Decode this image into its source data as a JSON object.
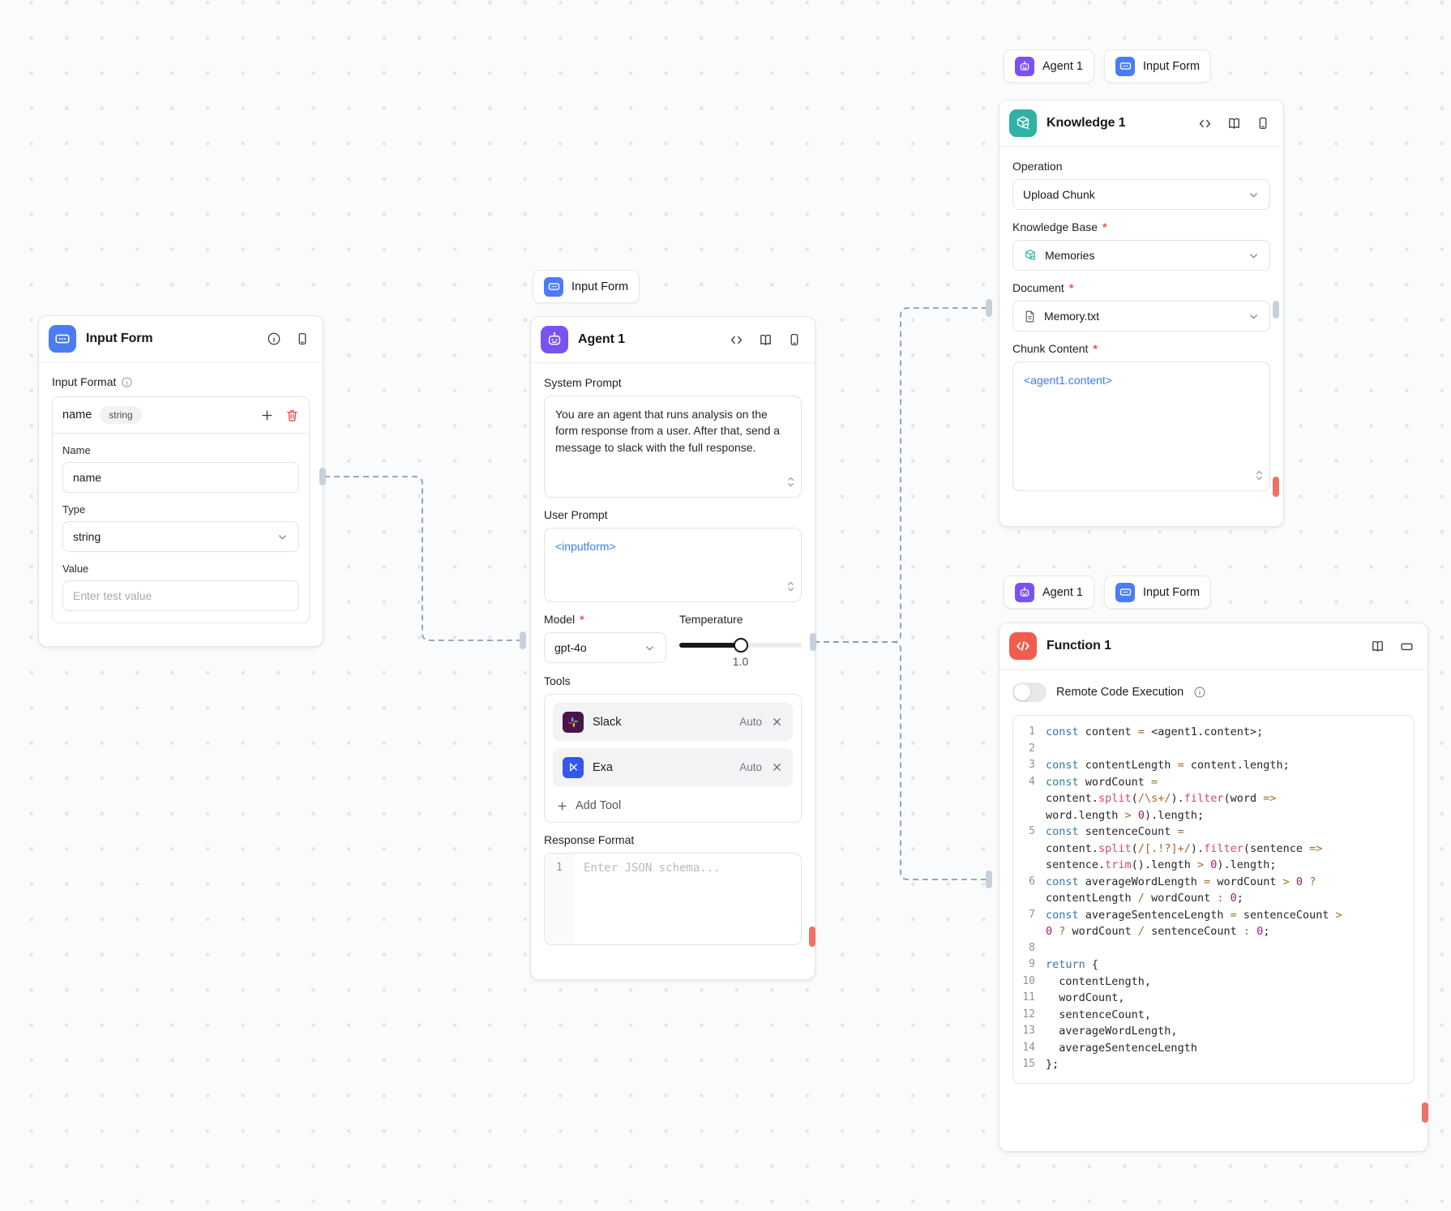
{
  "ui": {
    "required_marker": "*"
  },
  "chips": {
    "above_agent": [
      {
        "icon": "input-form",
        "label": "Input Form"
      }
    ],
    "above_knowledge": [
      {
        "icon": "agent",
        "label": "Agent 1"
      },
      {
        "icon": "input-form",
        "label": "Input Form"
      }
    ],
    "above_function": [
      {
        "icon": "agent",
        "label": "Agent 1"
      },
      {
        "icon": "input-form",
        "label": "Input Form"
      }
    ]
  },
  "input_form_node": {
    "title": "Input Form",
    "section_label": "Input Format",
    "format_row": {
      "name": "name",
      "type_pill": "string"
    },
    "name_label": "Name",
    "name_value": "name",
    "type_label": "Type",
    "type_value": "string",
    "value_label": "Value",
    "value_placeholder": "Enter test value"
  },
  "agent_node": {
    "title": "Agent 1",
    "system_prompt_label": "System Prompt",
    "system_prompt": "You are an agent that runs analysis on the form response from a user. After that, send a message to slack with the full response.",
    "user_prompt_label": "User Prompt",
    "user_prompt": "<inputform>",
    "model_label": "Model",
    "model_value": "gpt-4o",
    "temperature_label": "Temperature",
    "temperature_value": "1.0",
    "tools_label": "Tools",
    "tools": [
      {
        "icon": "slack",
        "name": "Slack",
        "mode": "Auto"
      },
      {
        "icon": "exa",
        "name": "Exa",
        "mode": "Auto"
      }
    ],
    "add_tool_label": "Add Tool",
    "response_format_label": "Response Format",
    "response_gutter": "1",
    "response_placeholder": "Enter JSON schema..."
  },
  "knowledge_node": {
    "title": "Knowledge 1",
    "operation_label": "Operation",
    "operation_value": "Upload Chunk",
    "kb_label": "Knowledge Base",
    "kb_value": "Memories",
    "document_label": "Document",
    "document_value": "Memory.txt",
    "chunk_label": "Chunk Content",
    "chunk_value": "<agent1.content>"
  },
  "function_node": {
    "title": "Function 1",
    "toggle_label": "Remote Code Execution",
    "code_lines": [
      {
        "n": "1",
        "seg": [
          [
            "kw",
            "const"
          ],
          [
            "pl",
            " content "
          ],
          [
            "op",
            "="
          ],
          [
            "pl",
            " <agent1.content>;"
          ]
        ]
      },
      {
        "n": "2",
        "seg": []
      },
      {
        "n": "3",
        "seg": [
          [
            "kw",
            "const"
          ],
          [
            "pl",
            " contentLength "
          ],
          [
            "op",
            "="
          ],
          [
            "pl",
            " content.length;"
          ]
        ]
      },
      {
        "n": "4",
        "seg": [
          [
            "kw",
            "const"
          ],
          [
            "pl",
            " wordCount "
          ],
          [
            "op",
            "="
          ],
          [
            "pl",
            "\ncontent."
          ],
          [
            "fn",
            "split"
          ],
          [
            "pl",
            "("
          ],
          [
            "re",
            "/\\s+/"
          ],
          [
            "pl",
            ")."
          ],
          [
            "fn",
            "filter"
          ],
          [
            "pl",
            "(word "
          ],
          [
            "op",
            "=>"
          ],
          [
            "pl",
            "\nword.length "
          ],
          [
            "op",
            ">"
          ],
          [
            "pl",
            " "
          ],
          [
            "num",
            "0"
          ],
          [
            "pl",
            ").length;"
          ]
        ]
      },
      {
        "n": "5",
        "seg": [
          [
            "kw",
            "const"
          ],
          [
            "pl",
            " sentenceCount "
          ],
          [
            "op",
            "="
          ],
          [
            "pl",
            "\ncontent."
          ],
          [
            "fn",
            "split"
          ],
          [
            "pl",
            "("
          ],
          [
            "re",
            "/[.!?]+/"
          ],
          [
            "pl",
            ")."
          ],
          [
            "fn",
            "filter"
          ],
          [
            "pl",
            "(sentence "
          ],
          [
            "op",
            "=>"
          ],
          [
            "pl",
            "\nsentence."
          ],
          [
            "fn",
            "trim"
          ],
          [
            "pl",
            "().length "
          ],
          [
            "op",
            ">"
          ],
          [
            "pl",
            " "
          ],
          [
            "num",
            "0"
          ],
          [
            "pl",
            ").length;"
          ]
        ]
      },
      {
        "n": "6",
        "seg": [
          [
            "kw",
            "const"
          ],
          [
            "pl",
            " averageWordLength "
          ],
          [
            "op",
            "="
          ],
          [
            "pl",
            " wordCount "
          ],
          [
            "op",
            ">"
          ],
          [
            "pl",
            " "
          ],
          [
            "num",
            "0"
          ],
          [
            "pl",
            " "
          ],
          [
            "op",
            "?"
          ],
          [
            "pl",
            "\ncontentLength "
          ],
          [
            "op",
            "/"
          ],
          [
            "pl",
            " wordCount "
          ],
          [
            "op",
            ":"
          ],
          [
            "pl",
            " "
          ],
          [
            "num",
            "0"
          ],
          [
            "pl",
            ";"
          ]
        ]
      },
      {
        "n": "7",
        "seg": [
          [
            "kw",
            "const"
          ],
          [
            "pl",
            " averageSentenceLength "
          ],
          [
            "op",
            "="
          ],
          [
            "pl",
            " sentenceCount "
          ],
          [
            "op",
            ">"
          ],
          [
            "pl",
            "\n"
          ],
          [
            "num",
            "0"
          ],
          [
            "pl",
            " "
          ],
          [
            "op",
            "?"
          ],
          [
            "pl",
            " wordCount "
          ],
          [
            "op",
            "/"
          ],
          [
            "pl",
            " sentenceCount "
          ],
          [
            "op",
            ":"
          ],
          [
            "pl",
            " "
          ],
          [
            "num",
            "0"
          ],
          [
            "pl",
            ";"
          ]
        ]
      },
      {
        "n": "8",
        "seg": []
      },
      {
        "n": "9",
        "seg": [
          [
            "kw",
            "return"
          ],
          [
            "pl",
            " {"
          ]
        ]
      },
      {
        "n": "10",
        "seg": [
          [
            "pl",
            "  contentLength,"
          ]
        ]
      },
      {
        "n": "11",
        "seg": [
          [
            "pl",
            "  wordCount,"
          ]
        ]
      },
      {
        "n": "12",
        "seg": [
          [
            "pl",
            "  sentenceCount,"
          ]
        ]
      },
      {
        "n": "13",
        "seg": [
          [
            "pl",
            "  averageWordLength,"
          ]
        ]
      },
      {
        "n": "14",
        "seg": [
          [
            "pl",
            "  averageSentenceLength"
          ]
        ]
      },
      {
        "n": "15",
        "seg": [
          [
            "pl",
            "};"
          ]
        ]
      }
    ]
  }
}
